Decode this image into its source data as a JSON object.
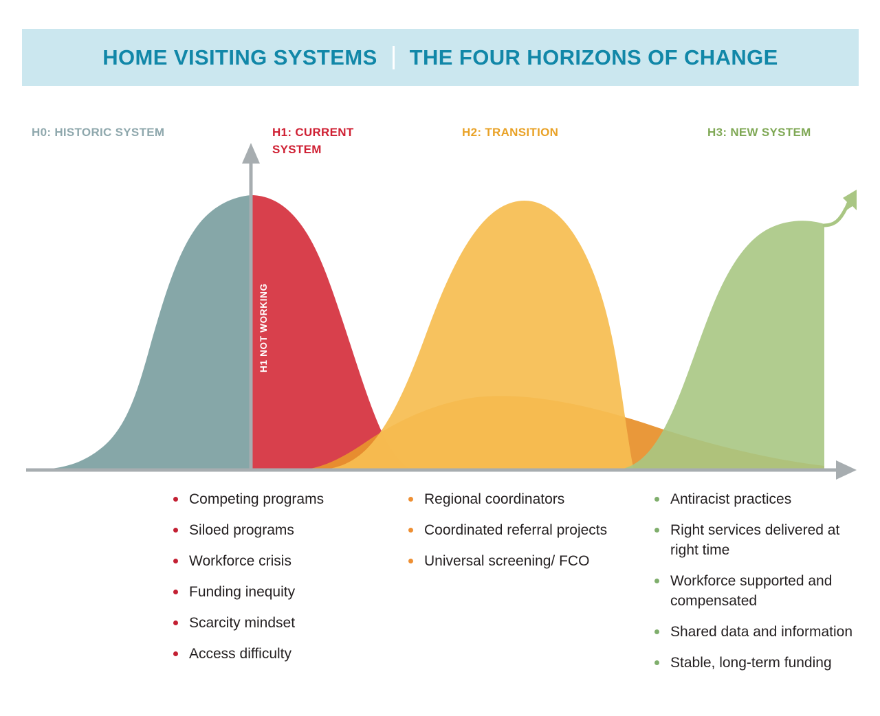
{
  "header": {
    "title_left": "HOME VISITING SYSTEMS",
    "title_right": "THE FOUR HORIZONS OF CHANGE",
    "banner_color": "#cbe7ef",
    "text_color": "#1187a8"
  },
  "horizons": [
    {
      "id": "h0",
      "label": "H0: HISTORIC SYSTEM",
      "color": "#8fa8ad"
    },
    {
      "id": "h1",
      "label": "H1: CURRENT SYSTEM",
      "color": "#cf2033"
    },
    {
      "id": "h2",
      "label": "H2: TRANSITION",
      "color": "#e9a227"
    },
    {
      "id": "h3",
      "label": "H3: NEW SYSTEM",
      "color": "#7fa855"
    }
  ],
  "chart_annotation": {
    "vertical_label": "H1 NOT WORKING"
  },
  "lists": {
    "h1": {
      "bullet_color": "#c32033",
      "items": [
        "Competing programs",
        "Siloed programs",
        "Workforce crisis",
        "Funding inequity",
        "Scarcity mindset",
        "Access difficulty"
      ]
    },
    "h2": {
      "bullet_color": "#ee8f33",
      "items": [
        "Regional coordinators",
        "Coordinated referral projects",
        "Universal screening/ FCO"
      ]
    },
    "h3": {
      "bullet_color": "#7fae6c",
      "items": [
        "Antiracist practices",
        "Right services delivered at right time",
        "Workforce supported and compensated",
        "Shared data and information",
        "Stable, long-term funding"
      ]
    }
  },
  "chart_data": {
    "type": "area",
    "title": "The Four Horizons of Change",
    "xlabel": "",
    "ylabel": "",
    "grid": false,
    "legend_position": "top",
    "axis_color": "#a7adb0",
    "x_axis_arrow": true,
    "y_axis_arrow": true,
    "x": [
      0,
      5,
      10,
      15,
      20,
      25,
      30,
      35,
      40,
      45,
      50,
      55,
      60,
      65,
      70,
      75,
      80,
      85,
      90,
      95,
      100
    ],
    "series": [
      {
        "name": "H0: Historic System",
        "color": "#86a7a8",
        "opacity": 1.0,
        "values": [
          2,
          4,
          8,
          16,
          30,
          50,
          72,
          90,
          99,
          100,
          0,
          0,
          0,
          0,
          0,
          0,
          0,
          0,
          0,
          0,
          0
        ],
        "note": "grey-blue bell, left of vertical axis; peaks at axis"
      },
      {
        "name": "H1: Current System",
        "color": "#d8404c",
        "opacity": 1.0,
        "values": [
          0,
          0,
          0,
          0,
          0,
          0,
          0,
          0,
          0,
          100,
          99,
          92,
          78,
          58,
          36,
          18,
          7,
          2,
          0,
          0,
          0
        ],
        "note": "red bell right half, falls from axis to baseline"
      },
      {
        "name": "H2: Transition (rising band)",
        "color": "#e8922e",
        "opacity": 0.92,
        "values": [
          0,
          0,
          0,
          0,
          0,
          0,
          0,
          0,
          0,
          2,
          8,
          20,
          26,
          25,
          23,
          21,
          19,
          17,
          15,
          13,
          11
        ],
        "note": "low broad orange band beneath the yellow bell"
      },
      {
        "name": "H2: Transition (bell)",
        "color": "#f6bd52",
        "opacity": 0.95,
        "values": [
          0,
          0,
          0,
          0,
          0,
          0,
          0,
          2,
          6,
          14,
          30,
          58,
          84,
          98,
          100,
          94,
          76,
          48,
          22,
          8,
          2
        ],
        "note": "large yellow/amber bell peaking near H2 label"
      },
      {
        "name": "H3: New System",
        "color": "#a9c683",
        "opacity": 0.9,
        "values": [
          0,
          0,
          0,
          0,
          0,
          0,
          0,
          0,
          0,
          0,
          0,
          1,
          3,
          6,
          12,
          28,
          56,
          80,
          92,
          96,
          97
        ],
        "note": "green S-curve rising to plateau, ends with up-right arrow"
      }
    ]
  }
}
